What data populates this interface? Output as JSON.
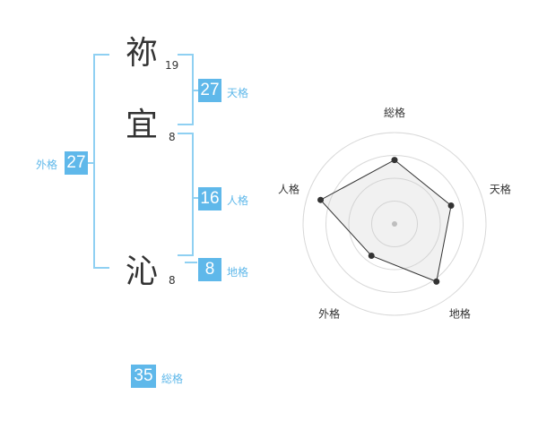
{
  "name": {
    "chars": [
      {
        "kanji": "祢",
        "strokes": "19"
      },
      {
        "kanji": "宜",
        "strokes": "8"
      },
      {
        "kanji": "沁",
        "strokes": "8"
      }
    ]
  },
  "scores": {
    "tenkaku": {
      "value": "27",
      "label": "天格"
    },
    "jinkaku": {
      "value": "16",
      "label": "人格"
    },
    "chikaku": {
      "value": "8",
      "label": "地格"
    },
    "gaikaku": {
      "value": "27",
      "label": "外格"
    },
    "soukaku": {
      "value": "35",
      "label": "総格"
    }
  },
  "colors": {
    "accent": "#5fb8ea",
    "bracket": "#8fd0f2",
    "text": "#333333"
  },
  "chart_data": {
    "type": "radar",
    "axes": [
      "総格",
      "天格",
      "地格",
      "外格",
      "人格"
    ],
    "values": [
      0.7,
      0.65,
      0.78,
      0.43,
      0.85
    ],
    "rings": 4
  }
}
